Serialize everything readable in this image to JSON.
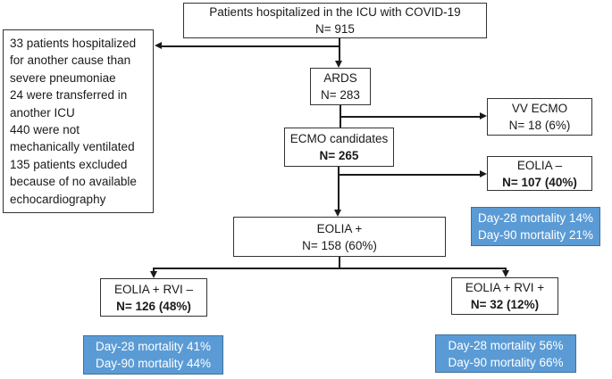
{
  "colors": {
    "mortality_fill": "#5B9BD5",
    "mortality_border": "#41719C",
    "mortality_text": "#FFFFFF",
    "box_border": "#333333"
  },
  "flowchart": {
    "top": {
      "line1": "Patients hospitalized in the ICU with COVID-19",
      "line2": "N= 915"
    },
    "exclusions": {
      "lines": [
        "33 patients hospitalized",
        "for another cause than",
        "severe pneumoniae",
        "24 were transferred in",
        "another ICU",
        "440 were not",
        "mechanically ventilated",
        "135 patients excluded",
        "because of no available",
        "echocardiography"
      ]
    },
    "ards": {
      "line1": "ARDS",
      "line2": "N= 283"
    },
    "ecmo_candidates": {
      "line1": "ECMO candidates",
      "line2": "N= 265"
    },
    "vv_ecmo": {
      "line1": "VV ECMO",
      "line2": "N= 18 (6%)"
    },
    "eolia_neg": {
      "line1": "EOLIA –",
      "line2": "N= 107 (40%)"
    },
    "eolia_neg_mortality": {
      "line1": "Day-28 mortality 14%",
      "line2": "Day-90 mortality 21%"
    },
    "eolia_pos": {
      "line1": "EOLIA +",
      "line2": "N= 158 (60%)"
    },
    "rvi_neg": {
      "line1": "EOLIA + RVI –",
      "line2": "N= 126 (48%)"
    },
    "rvi_neg_mortality": {
      "line1": "Day-28 mortality 41%",
      "line2": "Day-90 mortality 44%"
    },
    "rvi_pos": {
      "line1": "EOLIA + RVI +",
      "line2": "N= 32 (12%)"
    },
    "rvi_pos_mortality": {
      "line1": "Day-28 mortality 56%",
      "line2": "Day-90 mortality 66%"
    }
  }
}
